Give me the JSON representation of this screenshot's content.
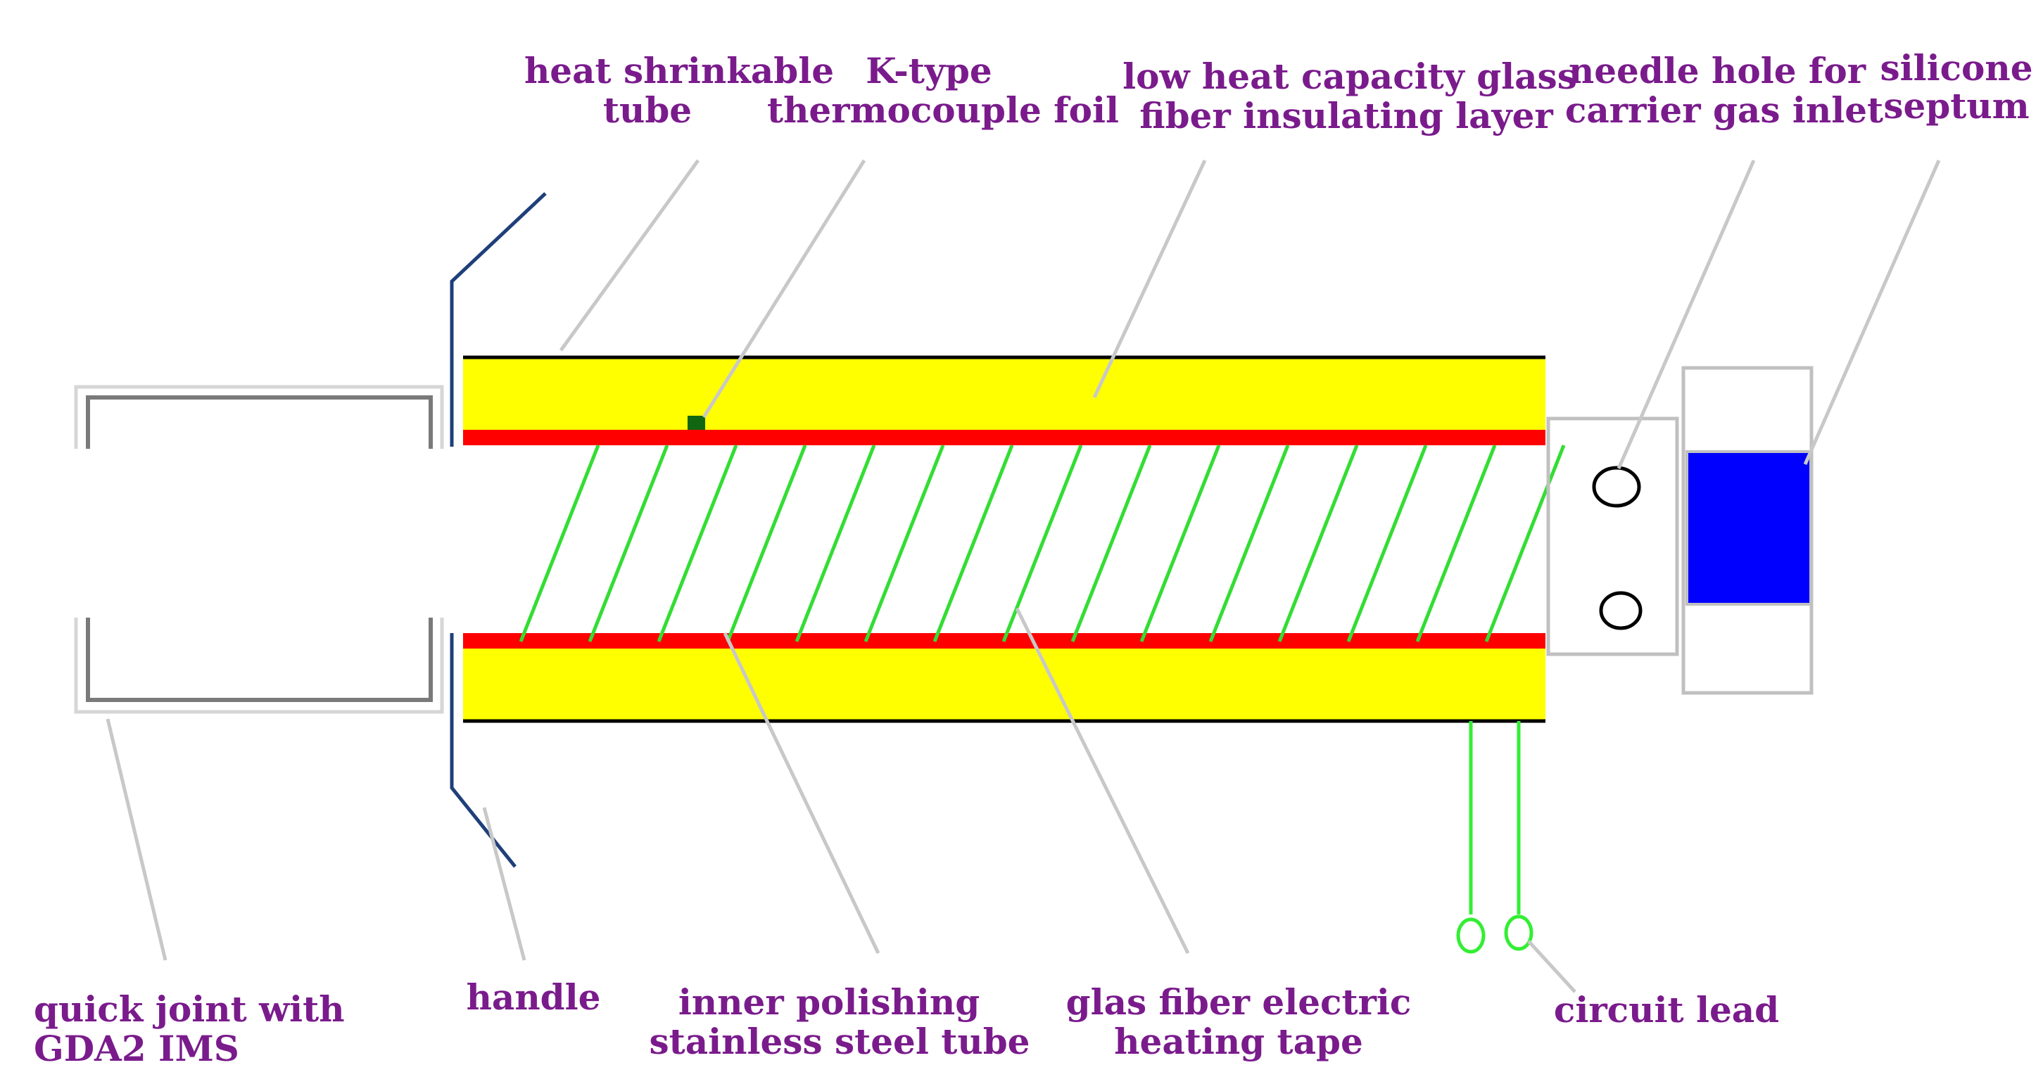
{
  "labels": {
    "heat_shrink_1": "heat shrinkable",
    "heat_shrink_2": "tube",
    "ktype_1": "K-type",
    "ktype_2": "thermocouple foil",
    "glass_fiber_1": "low heat capacity glass",
    "glass_fiber_2": "fiber insulating layer",
    "needle_1": "needle hole for",
    "needle_2": "carrier gas inlet",
    "silicone_1": "silicone",
    "silicone_2": "septum",
    "quick_joint_1": "quick joint with",
    "quick_joint_2": "GDA2 IMS",
    "handle": "handle",
    "inner_tube_1": "inner polishing",
    "inner_tube_2": "stainless steel tube",
    "heating_tape_1": "glas fiber electric",
    "heating_tape_2": "heating tape",
    "circuit_lead": "circuit lead"
  },
  "colors": {
    "label_text": "#7a1b8c",
    "insulating_layer": "#ffff00",
    "steel_tube": "#ff0000",
    "heating_tape": "#33dd33",
    "septum": "#0000ff",
    "handle": "#1f3f7a",
    "leader": "#c8c8c8",
    "housing": "#c0c0c0",
    "thermocouple": "#116611",
    "lead_wire": "#33ee33"
  }
}
